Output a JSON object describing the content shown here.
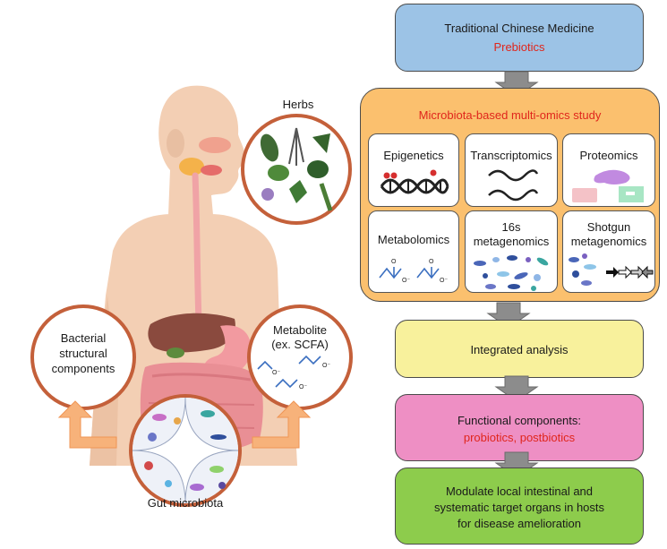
{
  "flow": {
    "tcm": {
      "title": "Traditional Chinese Medicine",
      "subtitle": "Prebiotics",
      "color": "#9cc3e6"
    },
    "multiomics": {
      "title": "Microbiota-based multi-omics study",
      "color": "#fbc06e",
      "tiles": [
        {
          "label": "Epigenetics"
        },
        {
          "label": "Transcriptomics"
        },
        {
          "label": "Proteomics"
        },
        {
          "label": "Metabolomics",
          "ion_a": "O⁻",
          "ion_b": "O⁻",
          "atom_a": "O",
          "atom_b": "O"
        },
        {
          "label_line1": "16s",
          "label_line2": "metagenomics"
        },
        {
          "label_line1": "Shotgun",
          "label_line2": "metagenomics"
        }
      ]
    },
    "integrated": {
      "title": "Integrated analysis",
      "color": "#f8f19c"
    },
    "functional": {
      "title": "Functional components:",
      "subtitle": "probiotics, postbiotics",
      "color": "#ee8fc4"
    },
    "modulate": {
      "line1": "Modulate local intestinal and",
      "line2": "systematic target organs in hosts",
      "line3": "for disease amelioration",
      "color": "#8dcc4c"
    }
  },
  "body_figure": {
    "herbs_label": "Herbs",
    "bacterial": {
      "line1": "Bacterial",
      "line2": "structural",
      "line3": "components"
    },
    "metabolite": {
      "line1": "Metabolite",
      "line2": "(ex. SCFA)",
      "ion": "O⁻"
    },
    "gut_label": "Gut microbiota"
  },
  "colors": {
    "arrow_gray": "#8c8c8c",
    "accent_red": "#e0261c",
    "circle_border": "#c4603a",
    "orange_arrow": "#f7b27a"
  }
}
